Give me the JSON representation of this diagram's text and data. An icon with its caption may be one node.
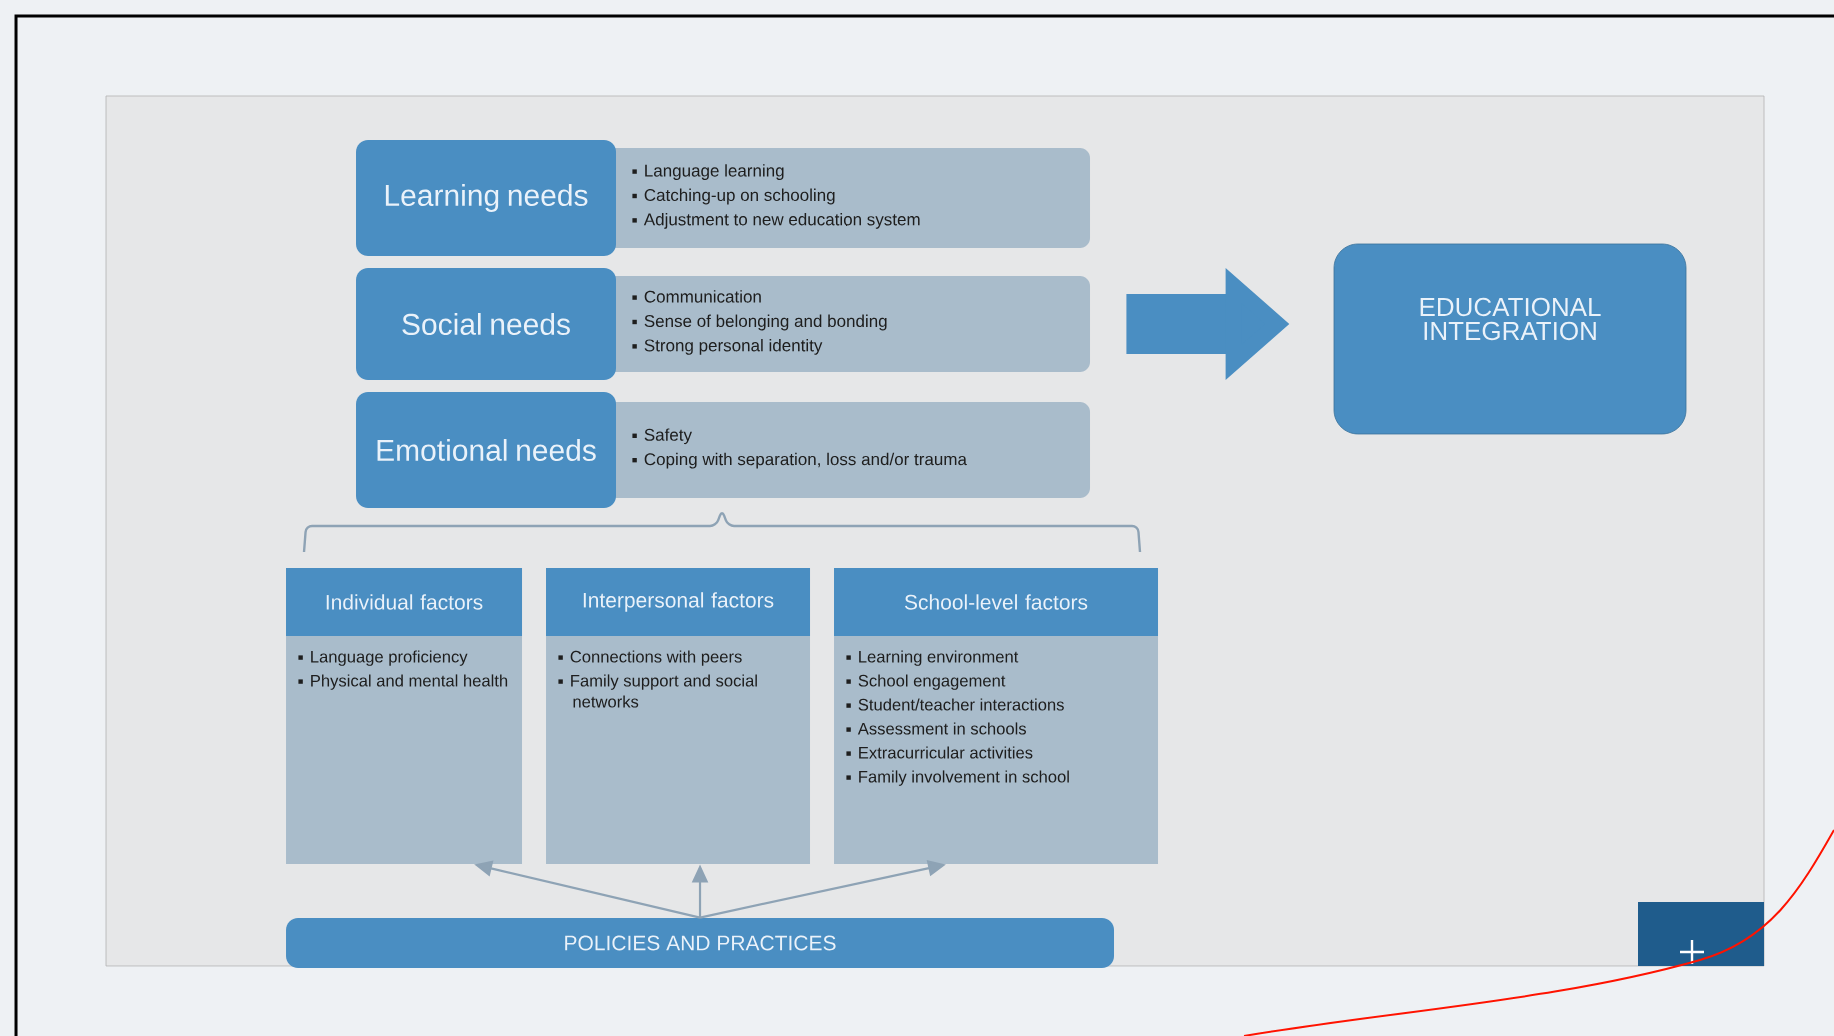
{
  "diagram": {
    "nodes": [
      {
        "text": [
          "Learning needs"
        ]
      },
      {
        "text": [
          "Language learning",
          "Catching-up on schooling",
          "Adjustment to new education system"
        ]
      },
      {
        "text": [
          "Social needs"
        ]
      },
      {
        "text": [
          "Communication",
          "Sense of belonging and bonding",
          "Strong personal identity"
        ]
      },
      {
        "text": [
          "Emotional needs"
        ]
      },
      {
        "text": [
          "Safety",
          "Coping with separation, loss and/or trauma"
        ]
      },
      {
        "text": [
          "EDUCATIONAL INTEGRATION"
        ]
      },
      {
        "text": [
          "Individual factors",
          "Language proficiency",
          "Physical and mental health"
        ]
      },
      {
        "text": [
          "Interpersonal factors",
          "Connections with peers",
          "Family support and social networks"
        ]
      },
      {
        "text": [
          "School-level factors",
          "Learning environment",
          "School engagement",
          "Student/teacher interactions",
          "Assessment in schools",
          "Extracurricular activities",
          "Family involvement in school"
        ]
      },
      {
        "text": [
          "POLICIES AND PRACTICES"
        ]
      }
    ],
    "edges": [
      {
        "from": 3,
        "to": 6,
        "arrow": "to",
        "style": "thick"
      },
      {
        "from": 10,
        "to": 7,
        "arrow": "to"
      },
      {
        "from": 10,
        "to": 8,
        "arrow": "to"
      },
      {
        "from": 10,
        "to": 9,
        "arrow": "to"
      }
    ]
  }
}
